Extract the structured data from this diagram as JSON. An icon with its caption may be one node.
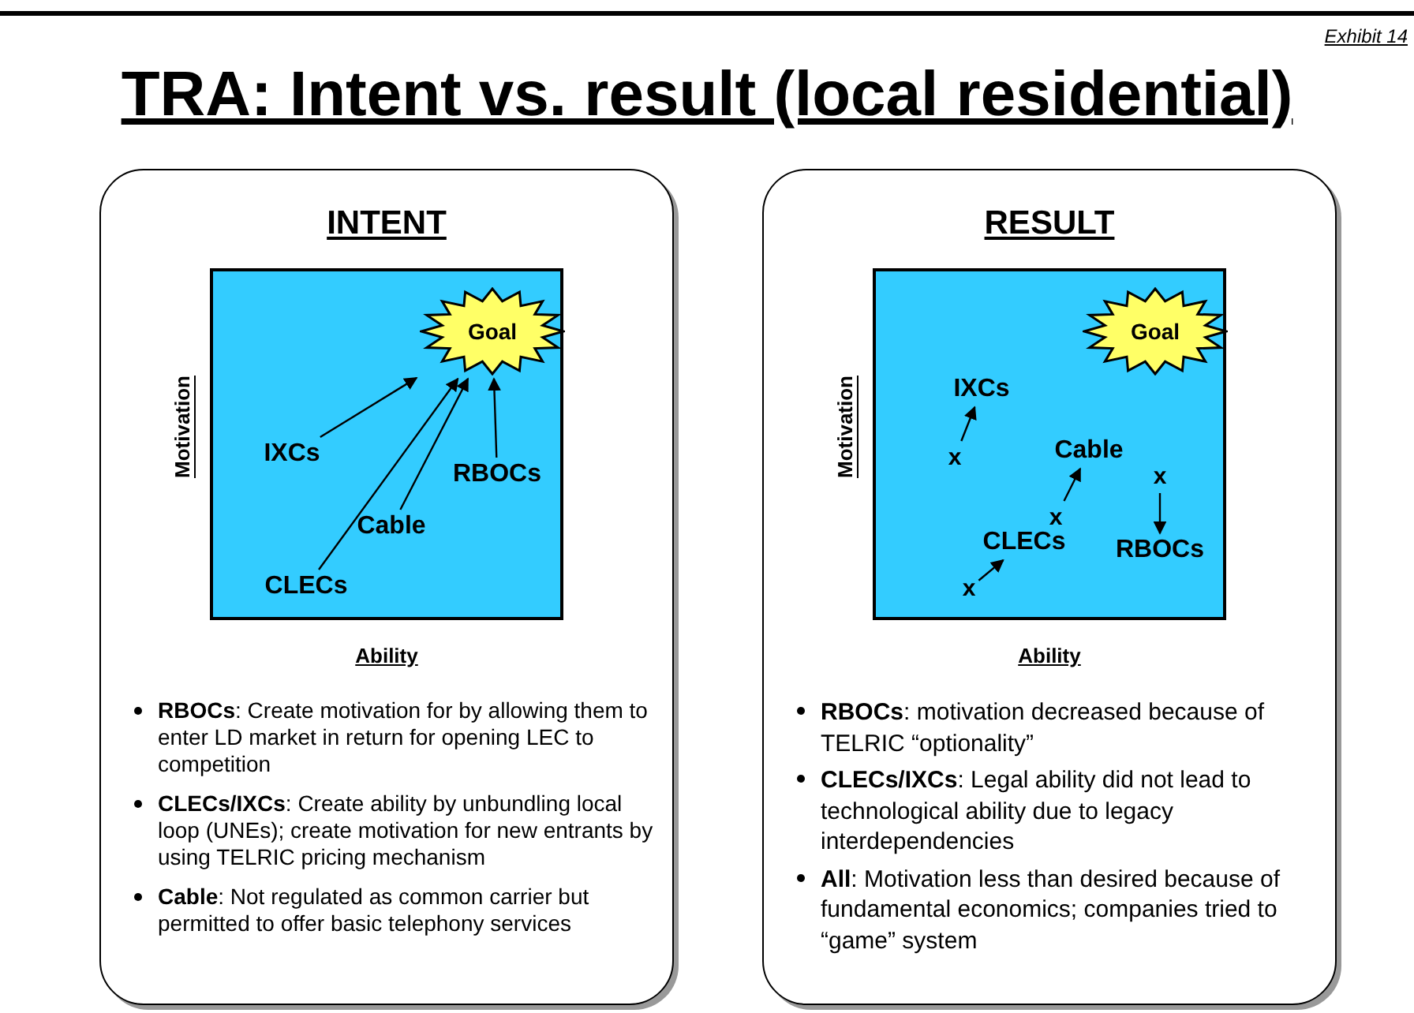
{
  "diagram": {
    "title": "TRA: Intent vs. result (local residential)",
    "nodes": [
      {
        "text": [
          "INTENT"
        ]
      },
      {
        "text": [],
        "shape": "box",
        "in": 0
      },
      {
        "text": [
          "Goal"
        ],
        "in": 1
      },
      {
        "text": [
          "IXCs"
        ],
        "in": 1
      },
      {
        "text": [
          "RBOCs"
        ],
        "in": 1
      },
      {
        "text": [
          "Cable"
        ],
        "in": 1
      },
      {
        "text": [
          "CLECs"
        ],
        "in": 1
      },
      {
        "text": [
          "RESULT"
        ]
      },
      {
        "text": [],
        "shape": "box",
        "in": 7
      },
      {
        "text": [
          "Goal"
        ],
        "in": 8
      },
      {
        "text": [
          "IXCs"
        ],
        "in": 8
      },
      {
        "text": [
          "x"
        ],
        "in": 8
      },
      {
        "text": [
          "Cable"
        ],
        "in": 8
      },
      {
        "text": [
          "x"
        ],
        "in": 8
      },
      {
        "text": [
          "x"
        ],
        "in": 8
      },
      {
        "text": [
          "CLECs"
        ],
        "in": 8
      },
      {
        "text": [
          "RBOCs"
        ],
        "in": 8
      },
      {
        "text": [
          "x"
        ],
        "in": 8
      }
    ],
    "edges": [
      {
        "from": 3,
        "to": 2,
        "arrow": "to"
      },
      {
        "from": 6,
        "to": 2,
        "arrow": "to"
      },
      {
        "from": 5,
        "to": 2,
        "arrow": "to"
      },
      {
        "from": 4,
        "to": 2,
        "arrow": "to"
      },
      {
        "from": 11,
        "to": 10,
        "arrow": "to"
      },
      {
        "from": 13,
        "to": 12,
        "arrow": "to"
      },
      {
        "from": 14,
        "to": 16,
        "arrow": "to"
      },
      {
        "from": 17,
        "to": 15,
        "arrow": "to"
      }
    ],
    "labels": [
      "Exhibit 14",
      "Motivation",
      "Ability",
      "**RBOCs**: Create motivation for by allowing them to enter LD market in return for opening LEC to competition",
      "**CLECs/IXCs**: Create ability by unbundling local loop (UNEs); create motivation for new entrants by using TELRIC pricing mechanism",
      "**Cable**: Not regulated as common carrier but permitted to offer basic telephony services",
      "Motivation",
      "Ability",
      "**RBOCs**: motivation decreased because of TELRIC “optionality”",
      "**CLECs/IXCs**: Legal ability did not lead to technological ability due to legacy interdependencies",
      "**All**: Motivation less than desired because of fundamental economics; companies tried to “game” system"
    ]
  }
}
